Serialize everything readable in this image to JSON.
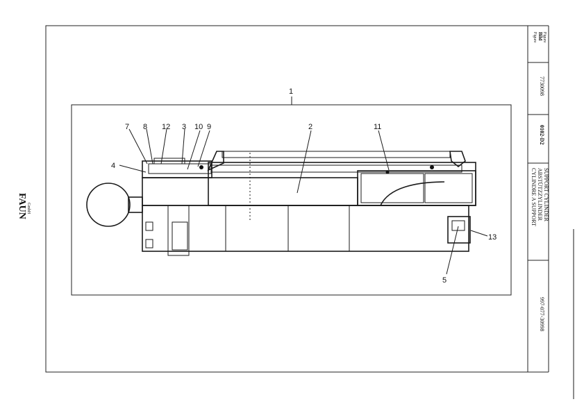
{
  "brand": {
    "name": "FAUN",
    "subtitle": "GmbH"
  },
  "title_block": {
    "figure_label_en": "Figure",
    "figure_label_de": "Bild",
    "figure_label_fr": "Figure",
    "figure_number": "7730098",
    "revision": "0102-D2",
    "title_en": "SUPPORT CYLINDER",
    "title_de": "ABSTÜTZZYLINDER",
    "title_fr": "CYLINDRE A SUPPORT",
    "part_number": "997-077-30998"
  },
  "callouts": [
    "1",
    "2",
    "3",
    "4",
    "5",
    "7",
    "8",
    "9",
    "10",
    "11",
    "12",
    "13"
  ]
}
